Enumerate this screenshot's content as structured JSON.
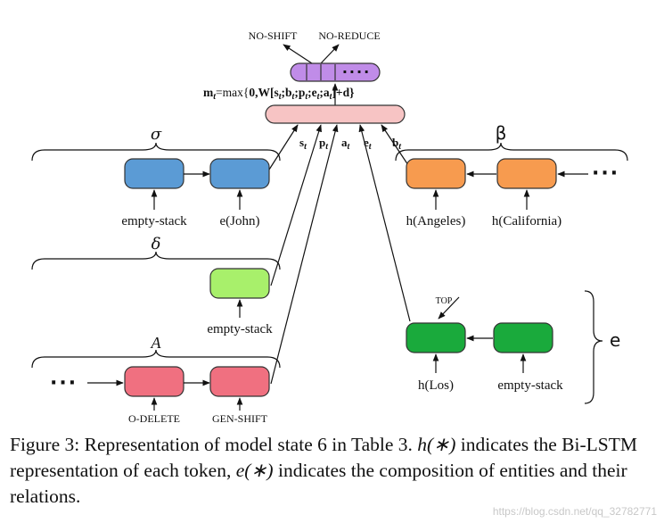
{
  "top_outputs": {
    "no_shift": "NO-SHIFT",
    "no_reduce": "NO-REDUCE"
  },
  "formula": {
    "text": "m",
    "sub": "t",
    "rest": "=max{0,W[s",
    "rest_parts": [
      {
        "t": "m",
        "s": "t"
      },
      {
        "t": "=max{0,W[s",
        "s": "t"
      },
      {
        "t": ";b",
        "s": "t"
      },
      {
        "t": ";p",
        "s": "t"
      },
      {
        "t": ";e",
        "s": "t"
      },
      {
        "t": ";a",
        "s": "t"
      },
      {
        "t": "]+d}",
        "s": ""
      }
    ]
  },
  "inputs": [
    {
      "letter": "s",
      "sub": "t"
    },
    {
      "letter": "p",
      "sub": "t"
    },
    {
      "letter": "a",
      "sub": "t"
    },
    {
      "letter": "e",
      "sub": "t"
    },
    {
      "letter": "b",
      "sub": "t"
    }
  ],
  "output_dots": "····",
  "sigma": {
    "symbol": "σ",
    "cells": [
      {
        "label": "empty-stack",
        "color": "#5b9bd5"
      },
      {
        "label": "e(John)",
        "color": "#5b9bd5"
      }
    ]
  },
  "beta": {
    "symbol": "β",
    "dots": "···",
    "cells": [
      {
        "label": "h(Angeles)",
        "color": "#f79b4f"
      },
      {
        "label": "h(California)",
        "color": "#f79b4f"
      }
    ]
  },
  "delta": {
    "symbol": "δ",
    "cells": [
      {
        "label": "empty-stack",
        "color": "#a8f06b"
      }
    ]
  },
  "A": {
    "symbol": "A",
    "dots": "···",
    "cells": [
      {
        "label": "O-DELETE",
        "color": "#f07080"
      },
      {
        "label": "GEN-SHIFT",
        "color": "#f07080"
      }
    ]
  },
  "e": {
    "symbol": "e",
    "top_label": "TOP",
    "cells": [
      {
        "label": "h(Los)",
        "color": "#1aaa3c"
      },
      {
        "label": "empty-stack",
        "color": "#1aaa3c"
      }
    ]
  },
  "colors": {
    "output_lstm": "#c08ce8",
    "hidden_layer": "#f7c4c4"
  },
  "caption": {
    "prefix": "Figure 3: Representation of model state 6 in Table 3. ",
    "h": "h(∗)",
    "middle": " indicates the Bi-LSTM representation of each token, ",
    "e": "e(∗)",
    "suffix": " indicates the composition of entities and their relations."
  },
  "watermark": "https://blog.csdn.net/qq_32782771"
}
